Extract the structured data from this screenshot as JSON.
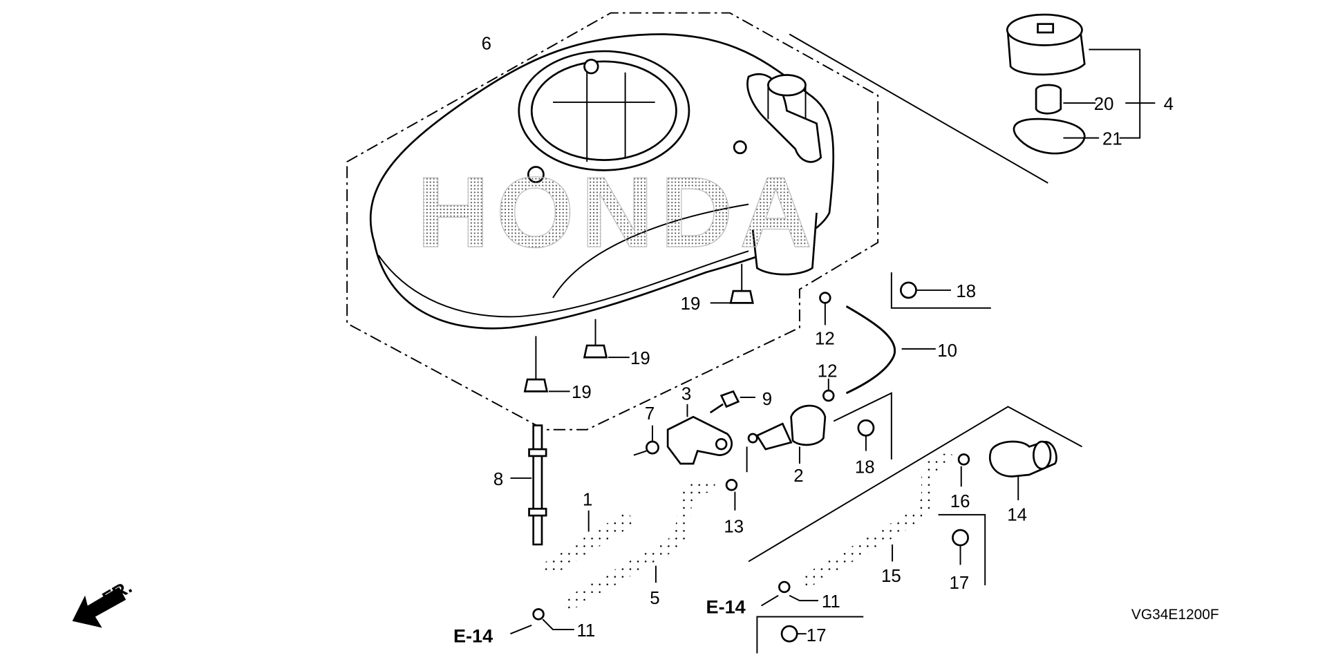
{
  "diagram": {
    "brand_watermark": "HONDA",
    "diagram_code": "VG34E1200F",
    "front_indicator": "FR.",
    "reference_label": "E-14",
    "callouts": {
      "c1": "1",
      "c2": "2",
      "c3": "3",
      "c4": "4",
      "c5": "5",
      "c6": "6",
      "c7": "7",
      "c8": "8",
      "c9": "9",
      "c10": "10",
      "c11": "11",
      "c12": "12",
      "c13": "13",
      "c14": "14",
      "c15": "15",
      "c16": "16",
      "c17": "17",
      "c18": "18",
      "c19": "19",
      "c20": "20",
      "c21": "21"
    }
  }
}
